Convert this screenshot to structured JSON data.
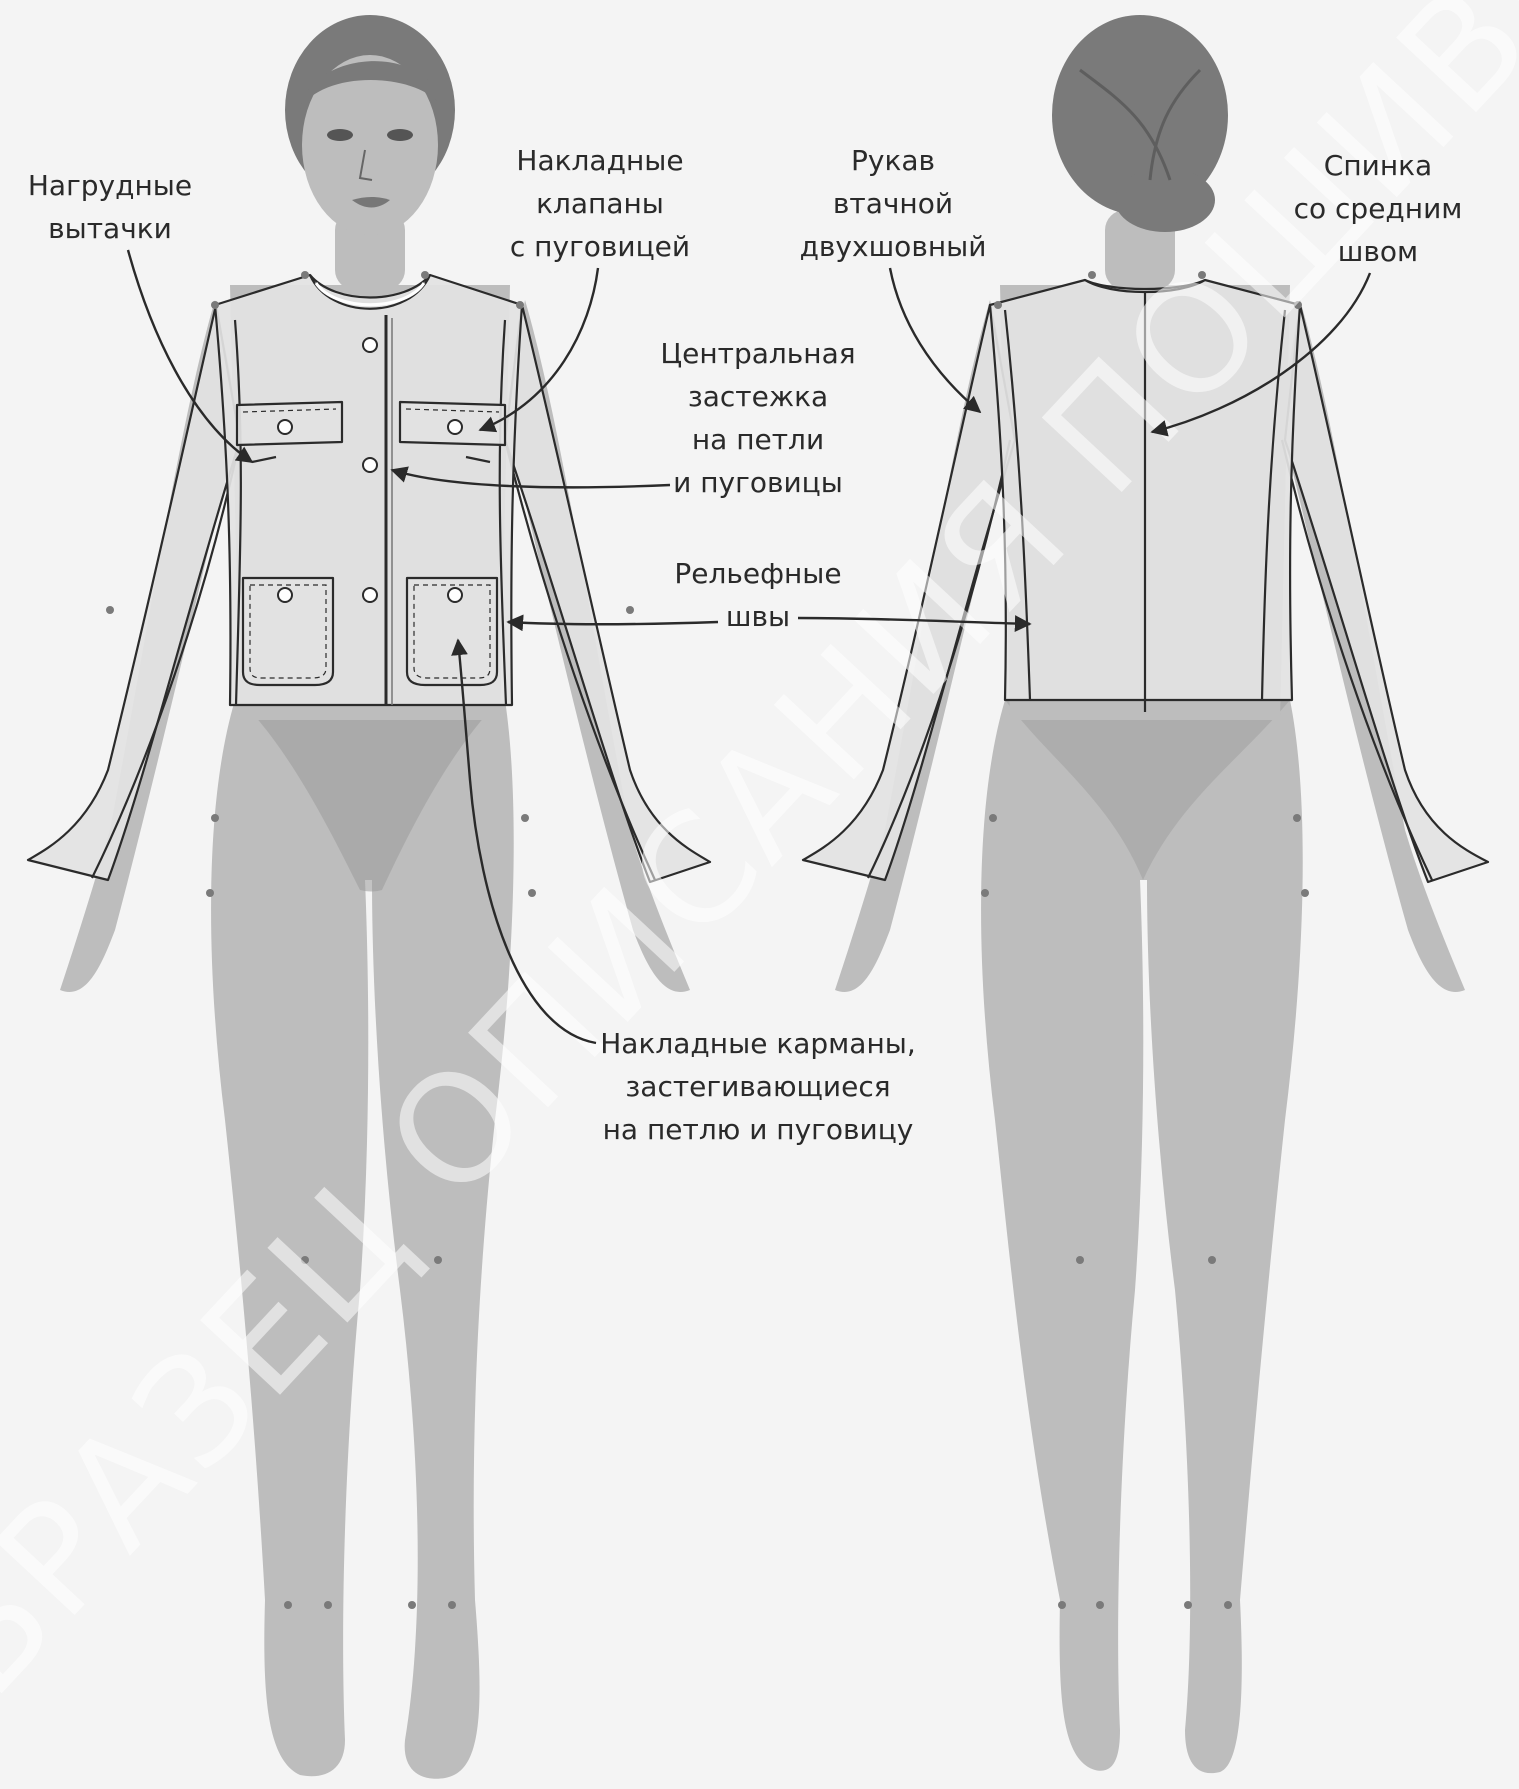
{
  "colors": {
    "background": "#f4f4f4",
    "body": "#bdbdbd",
    "jacket": "#e2e2e2",
    "line": "#2b2b2b"
  },
  "watermark": "ОБРАЗЕЦ ОПИСАНИЯ ПОШИВА",
  "labels": {
    "darts": [
      "Нагрудные",
      "вытачки"
    ],
    "flaps": [
      "Накладные",
      "клапаны",
      "с пуговицей"
    ],
    "sleeve": [
      "Рукав",
      "втачной",
      "двухшовный"
    ],
    "back": [
      "Спинка",
      "со средним",
      "швом"
    ],
    "closure": [
      "Центральная",
      "застежка",
      "на петли",
      "и пуговицы"
    ],
    "relief": [
      "Рельефные",
      "швы"
    ],
    "pockets": [
      "Накладные карманы,",
      "застегивающиеся",
      "на петлю и пуговицу"
    ]
  }
}
